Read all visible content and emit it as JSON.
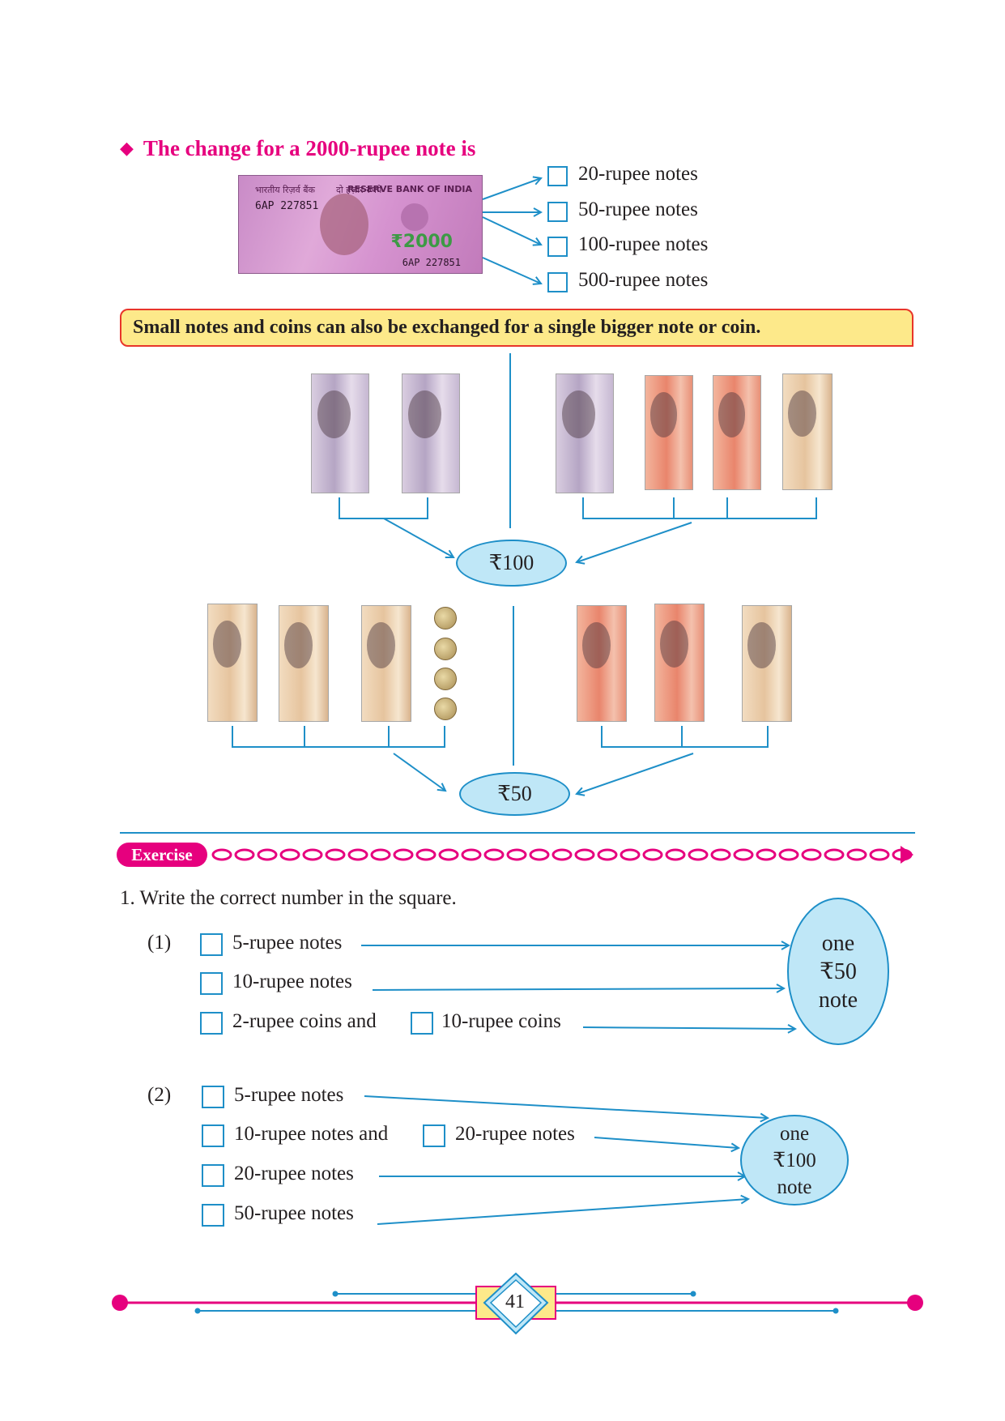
{
  "top": {
    "heading": "The change for a 2000-rupee note is",
    "note": {
      "header_left": "भारतीय रिज़र्व बैंक",
      "header_mid": "दो हज़ार रुपये",
      "header_right": "RESERVE BANK OF INDIA",
      "serial": "6AP 227851",
      "serial_bottom": "6AP 227851",
      "denomination": "₹2000"
    },
    "options": [
      "20-rupee notes",
      "50-rupee notes",
      "100-rupee notes",
      "500-rupee notes"
    ]
  },
  "banner": "Small notes and coins can also be exchanged for a single bigger note or coin.",
  "targets": {
    "first": "₹100",
    "second": "₹50"
  },
  "exercise": {
    "badge": "Exercise",
    "question": "1.  Write the correct number in the square.",
    "part1": {
      "label": "(1)",
      "rows": [
        "5-rupee notes",
        "10-rupee notes",
        "2-rupee coins and",
        "10-rupee coins"
      ],
      "target": {
        "line1": "one",
        "line2": "₹50",
        "line3": "note"
      }
    },
    "part2": {
      "label": "(2)",
      "rows": [
        "5-rupee notes",
        "10-rupee notes and",
        "20-rupee notes",
        "20-rupee notes",
        "50-rupee notes"
      ],
      "target": {
        "line1": "one",
        "line2": "₹100",
        "line3": "note"
      }
    }
  },
  "page_number": "41",
  "colors": {
    "accent_pink": "#e6007e",
    "line_blue": "#1e8fc8",
    "bubble_fill": "#bfe7f7",
    "banner_fill": "#fde98a"
  }
}
